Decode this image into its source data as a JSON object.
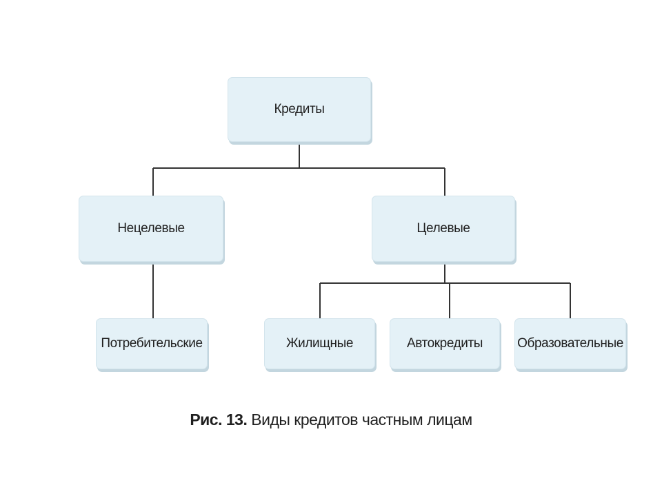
{
  "nodes": {
    "root": "Кредиты",
    "non_target": "Нецелевые",
    "target": "Целевые",
    "consumer": "Потребительские",
    "housing": "Жилищные",
    "auto": "Автокредиты",
    "education": "Образовательные"
  },
  "caption": {
    "label": "Рис. 13.",
    "text": "Виды кредитов частным лицам"
  },
  "colors": {
    "box_fill": "#e4f1f7",
    "connector": "#333333"
  }
}
